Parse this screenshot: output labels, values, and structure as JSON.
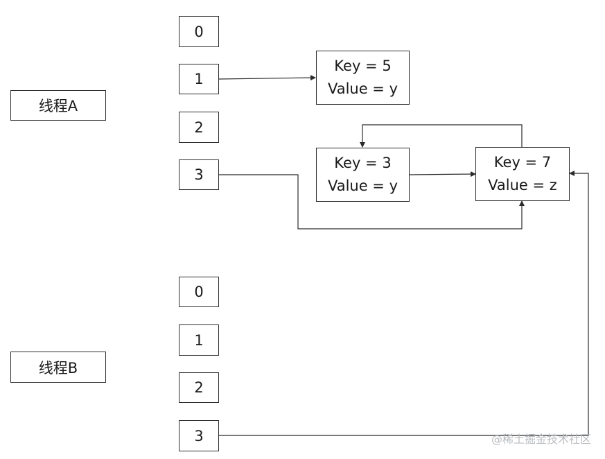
{
  "threads": {
    "a": "线程A",
    "b": "线程B"
  },
  "thread_a_slots": [
    "0",
    "1",
    "2",
    "3"
  ],
  "thread_b_slots": [
    "0",
    "1",
    "2",
    "3"
  ],
  "nodes": {
    "k5": {
      "key": "Key = 5",
      "value": "Value = y"
    },
    "k3": {
      "key": "Key = 3",
      "value": "Value = y"
    },
    "k7": {
      "key": "Key = 7",
      "value": "Value = z"
    }
  },
  "watermark": "@稀土掘金技术社区",
  "colors": {
    "stroke": "#2b2b2b",
    "background": "#ffffff",
    "watermark": "#b9bcc0"
  }
}
